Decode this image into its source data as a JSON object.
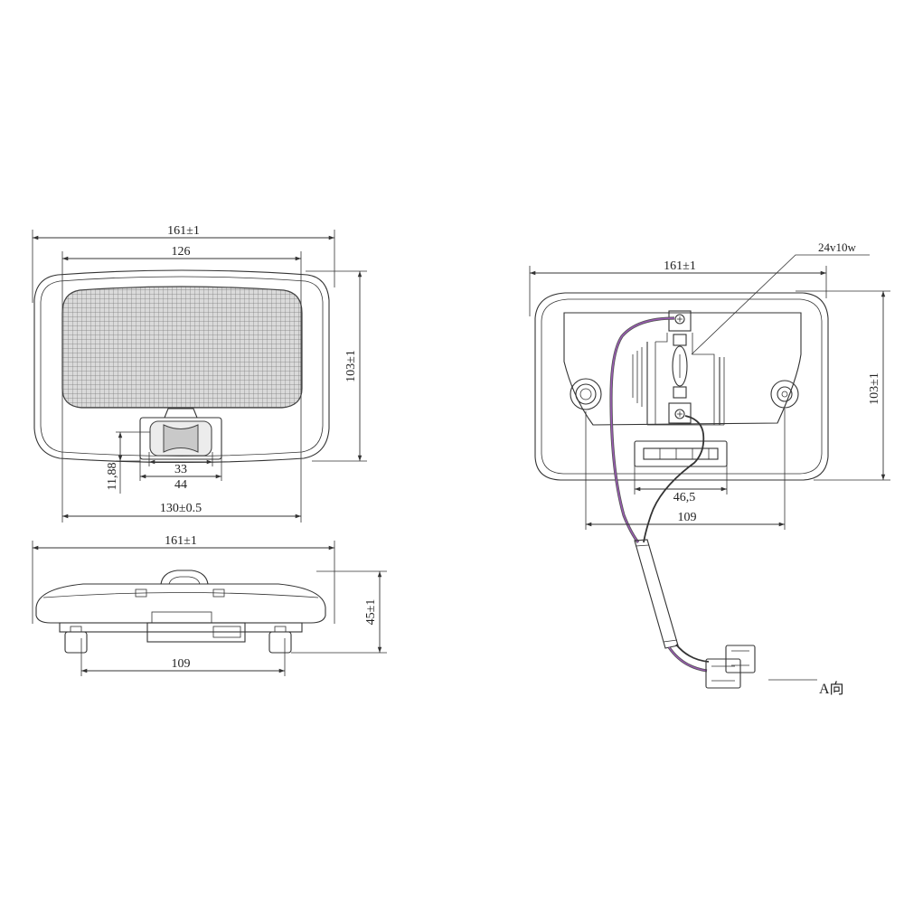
{
  "colors": {
    "line": "#333333",
    "wire_accent": "#9b5bb5",
    "lens_fill": "#dadada",
    "background": "#ffffff"
  },
  "front_view": {
    "overall_width": "161±1",
    "lens_width": "126",
    "height": "103±1",
    "switch_offset": "11,88",
    "switch_width_inner": "33",
    "switch_width_outer": "44",
    "mount_width": "130±0.5"
  },
  "side_view": {
    "overall_width": "161±1",
    "depth": "45±1",
    "feet_spacing": "109"
  },
  "rear_view": {
    "overall_width": "161±1",
    "bulb_label": "24v10w",
    "height": "103±1",
    "connector_width": "46,5",
    "holes_spacing": "109",
    "direction_label": "A向"
  }
}
